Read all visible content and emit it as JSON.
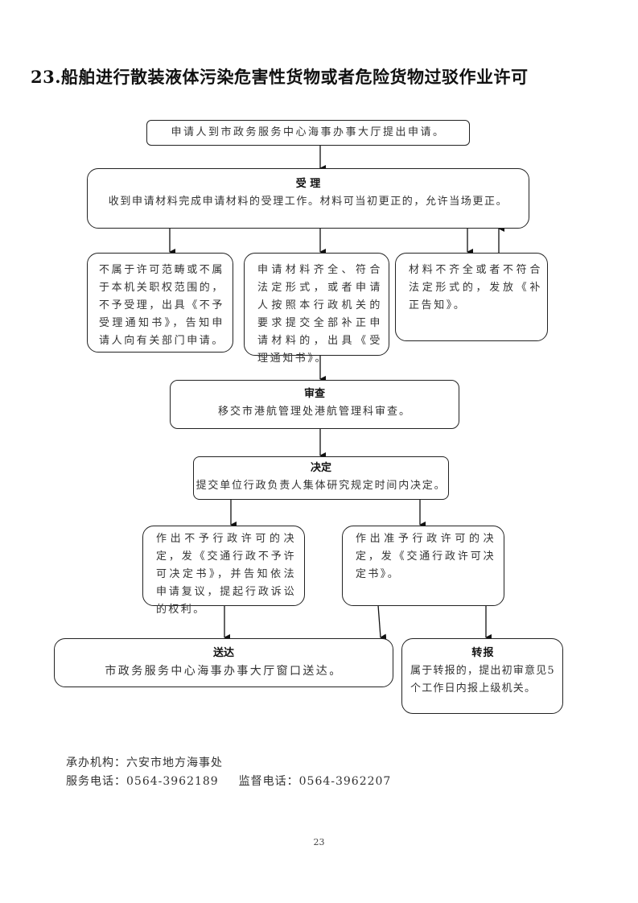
{
  "title": "23.船舶进行散装液体污染危害性货物或者危险货物过驳作业许可",
  "flowchart": {
    "apply": {
      "text": "申请人到市政务服务中心海事办事大厅提出申请。"
    },
    "accept": {
      "heading": "受 理",
      "text": "收到申请材料完成申请材料的受理工作。材料可当初更正的，允许当场更正。"
    },
    "reject": {
      "text": "不属于许可范畴或不属于本机关职权范围的，不予受理，出具《不予受理通知书》，告知申请人向有关部门申请。"
    },
    "complete": {
      "text": "申请材料齐全、符合法定形式，或者申请人按照本行政机关的要求提交全部补正申请材料的，出具《受理通知书》。"
    },
    "incomplete": {
      "text": "材料不齐全或者不符合法定形式的，发放《补正告知》。"
    },
    "review": {
      "heading": "审查",
      "text": "移交市港航管理处港航管理科审查。"
    },
    "decision": {
      "heading": "决定",
      "text": "提交单位行政负责人集体研究规定时间内决定。"
    },
    "deny": {
      "text": "作出不予行政许可的决定，发《交通行政不予许可决定书》，并告知依法申请复议，提起行政诉讼的权利。"
    },
    "approve": {
      "text": "作出准予行政许可的决定，发《交通行政许可决定书》。"
    },
    "deliver": {
      "heading": "送达",
      "text": "市政务服务中心海事办事大厅窗口送达。"
    },
    "forward": {
      "heading": "转报",
      "text": "属于转报的，提出初审意见5个工作日内报上级机关。"
    }
  },
  "footer": {
    "agency_label": "承办机构：",
    "agency": "六安市地方海事处",
    "service_phone_label": "服务电话：",
    "service_phone": "0564-3962189",
    "supervision_phone_label": "监督电话：",
    "supervision_phone": "0564-3962207"
  },
  "page_number": "23"
}
